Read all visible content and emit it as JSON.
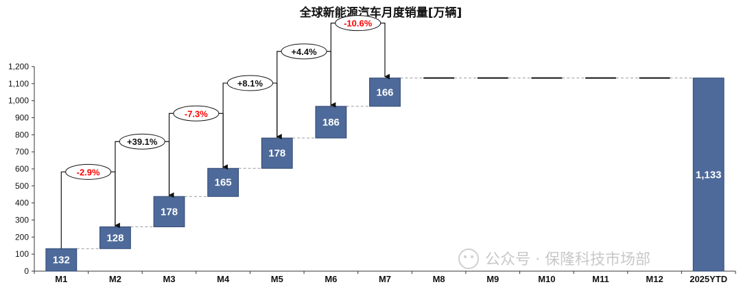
{
  "chart_data": {
    "type": "waterfall",
    "title": "全球新能源汽车月度销量[万辆]",
    "categories": [
      "M1",
      "M2",
      "M3",
      "M4",
      "M5",
      "M6",
      "M7",
      "M8",
      "M9",
      "M10",
      "M11",
      "M12",
      "2025YTD"
    ],
    "values": [
      132,
      128,
      178,
      165,
      178,
      186,
      166,
      null,
      null,
      null,
      null,
      null,
      1133
    ],
    "value_labels": [
      "132",
      "128",
      "178",
      "165",
      "178",
      "186",
      "166",
      "",
      "",
      "",
      "",
      "",
      "1,133"
    ],
    "mom_changes": [
      {
        "from": "M1",
        "to": "M2",
        "label": "-2.9%",
        "negative": true
      },
      {
        "from": "M2",
        "to": "M3",
        "label": "+39.1%",
        "negative": false
      },
      {
        "from": "M3",
        "to": "M4",
        "label": "-7.3%",
        "negative": true
      },
      {
        "from": "M4",
        "to": "M5",
        "label": "+8.1%",
        "negative": false
      },
      {
        "from": "M5",
        "to": "M6",
        "label": "+4.4%",
        "negative": false
      },
      {
        "from": "M6",
        "to": "M7",
        "label": "-10.6%",
        "negative": true
      }
    ],
    "ylim": [
      0,
      1200
    ],
    "yticks": [
      "0",
      "100",
      "200",
      "300",
      "400",
      "500",
      "600",
      "700",
      "800",
      "900",
      "1,000",
      "1,100",
      "1,200"
    ],
    "grid": false,
    "colors": {
      "bar": "#4e6a9a",
      "negative_text": "#ff0000",
      "positive_text": "#111111",
      "connector": "#9a9a9a"
    }
  },
  "watermark": "公众号 · 保隆科技市场部"
}
